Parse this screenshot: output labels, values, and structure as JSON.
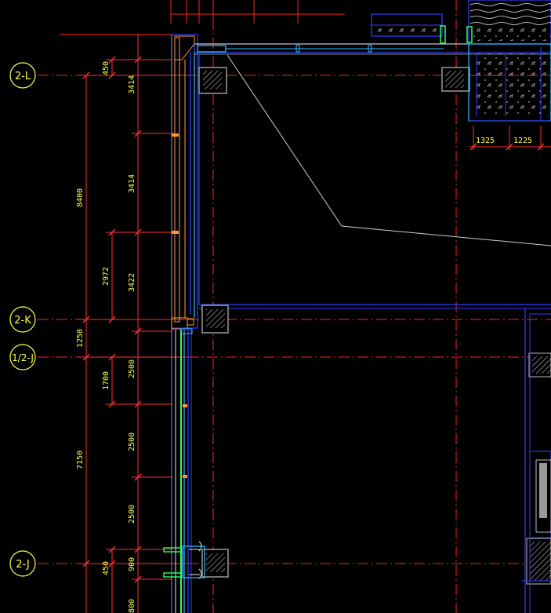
{
  "grid_labels": {
    "l": "2-L",
    "k": "2-K",
    "j_half": "1/2-J",
    "j": "2-J"
  },
  "dimensions": {
    "d450_top": "450",
    "d3414_a": "3414",
    "d3414_b": "3414",
    "d8400": "8400",
    "d2972": "2972",
    "d3422": "3422",
    "d1250": "1250",
    "d1700": "1700",
    "d2500_a": "2500",
    "d2500_b": "2500",
    "d2500_c": "2500",
    "d7150": "7150",
    "d450_bot": "450",
    "d900": "900",
    "d800": "800",
    "d1325": "1325",
    "d1225": "1225"
  },
  "colors": {
    "background": "#000000",
    "grid_axis": "#ff2020",
    "dimension": "#ff3030",
    "dim_text": "#ffff40",
    "wall_blue": "#3040ff",
    "wall_cyan": "#30c0ff",
    "green": "#30ff60",
    "orange": "#ff9a30",
    "white": "#e6e6e6",
    "label_circle": "#ffff40"
  }
}
